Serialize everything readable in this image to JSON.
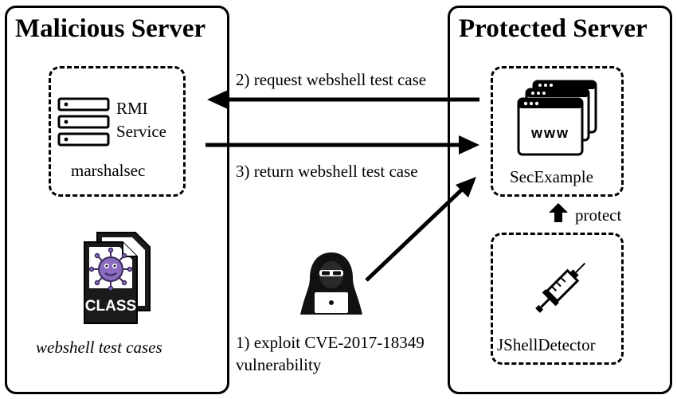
{
  "malicious_server": {
    "title": "Malicious Server",
    "service_box": {
      "service_line1": "RMI",
      "service_line2": "Service",
      "name": "marshalsec"
    },
    "file_icon_label": "CLASS",
    "caption": "webshell test cases"
  },
  "protected_server": {
    "title": "Protected Server",
    "app_box": {
      "browser_label": "www",
      "name": "SecExample"
    },
    "protect_label": "protect",
    "detector_box": {
      "name": "JShellDetector"
    }
  },
  "steps": {
    "step1_line1": "1) exploit CVE-2017-18349",
    "step1_line2": "vulnerability",
    "step2": "2) request webshell test case",
    "step3": "3) return webshell test case"
  }
}
